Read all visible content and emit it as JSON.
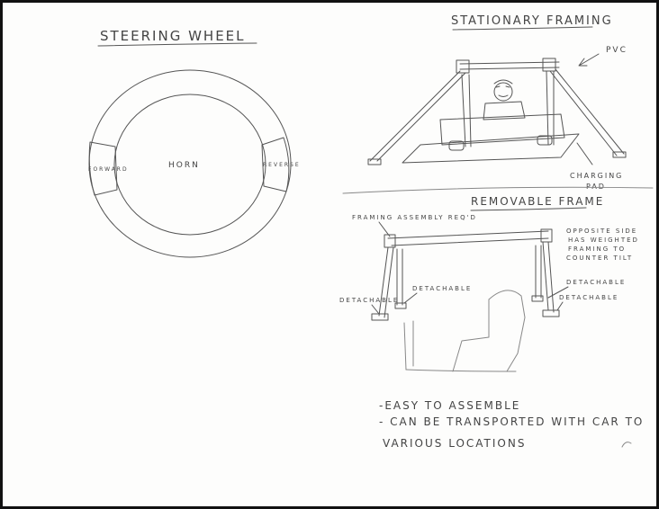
{
  "steering_wheel": {
    "title": "STEERING WHEEL",
    "left_button": "FORWARD",
    "center": "HORN",
    "right_button": "REVERSE"
  },
  "stationary_framing": {
    "title": "STATIONARY FRAMING",
    "pvc_label": "PVC",
    "charging_label_line1": "CHARGING",
    "charging_label_line2": "PAD"
  },
  "removable_frame": {
    "title": "REMOVABLE FRAME",
    "framing_assembly": "FRAMING ASSEMBLY REQ'D",
    "opposite_line1": "OPPOSITE SIDE",
    "opposite_line2": "HAS WEIGHTED",
    "opposite_line3": "FRAMING TO",
    "opposite_line4": "COUNTER TILT",
    "detachable_left_outer": "DETACHABLE",
    "detachable_left_inner": "DETACHABLE",
    "detachable_right_top": "DETACHABLE",
    "detachable_right_bottom": "DETACHABLE"
  },
  "notes": {
    "line1": "-EASY TO ASSEMBLE",
    "line2": "- CAN BE TRANSPORTED WITH CAR TO",
    "line3": "VARIOUS LOCATIONS"
  }
}
